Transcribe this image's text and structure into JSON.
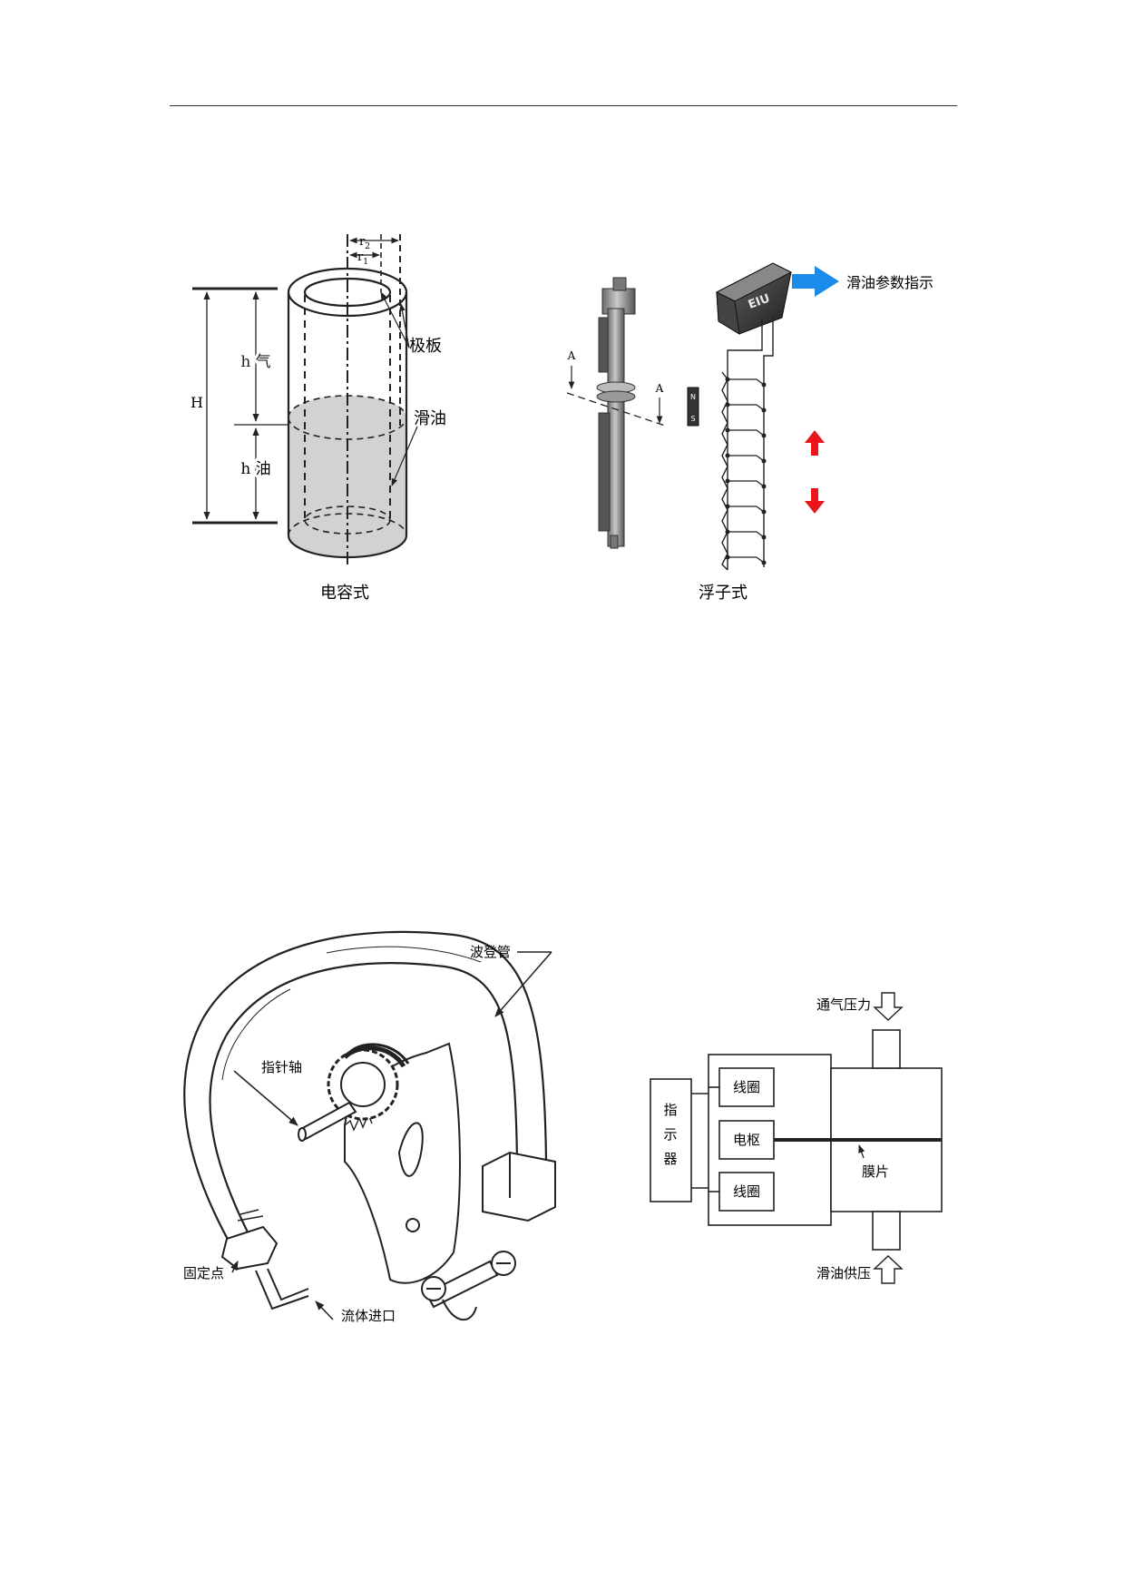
{
  "capacitive": {
    "caption": "电容式",
    "label_r2": "r",
    "label_r2_sub": "2",
    "label_r1": "r",
    "label_r1_sub": "1",
    "label_H": "H",
    "label_h_gas": "h 气",
    "label_h_oil": "h 油",
    "label_plate": "极板",
    "label_oil": "滑油"
  },
  "float": {
    "caption": "浮子式",
    "label_a_left": "A",
    "label_a_right": "A",
    "magnet_n": "N",
    "magnet_s": "S",
    "eiu_text": "EIU",
    "label_indication": "滑油参数指示",
    "colors": {
      "arrow_blue": "#1a8be8",
      "arrow_red": "#e8151b"
    }
  },
  "bourdon": {
    "label_tube": "波登管",
    "label_pointer_shaft": "指针轴",
    "label_fixed_point": "固定点",
    "label_fluid_inlet": "流体进口"
  },
  "diaphragm": {
    "label_vent_pressure": "通气压力",
    "label_indicator": [
      "指",
      "示",
      "器"
    ],
    "label_coil_top": "线圈",
    "label_armature": "电枢",
    "label_coil_bottom": "线圈",
    "label_diaphragm": "膜片",
    "label_oil_supply": "滑油供压"
  }
}
